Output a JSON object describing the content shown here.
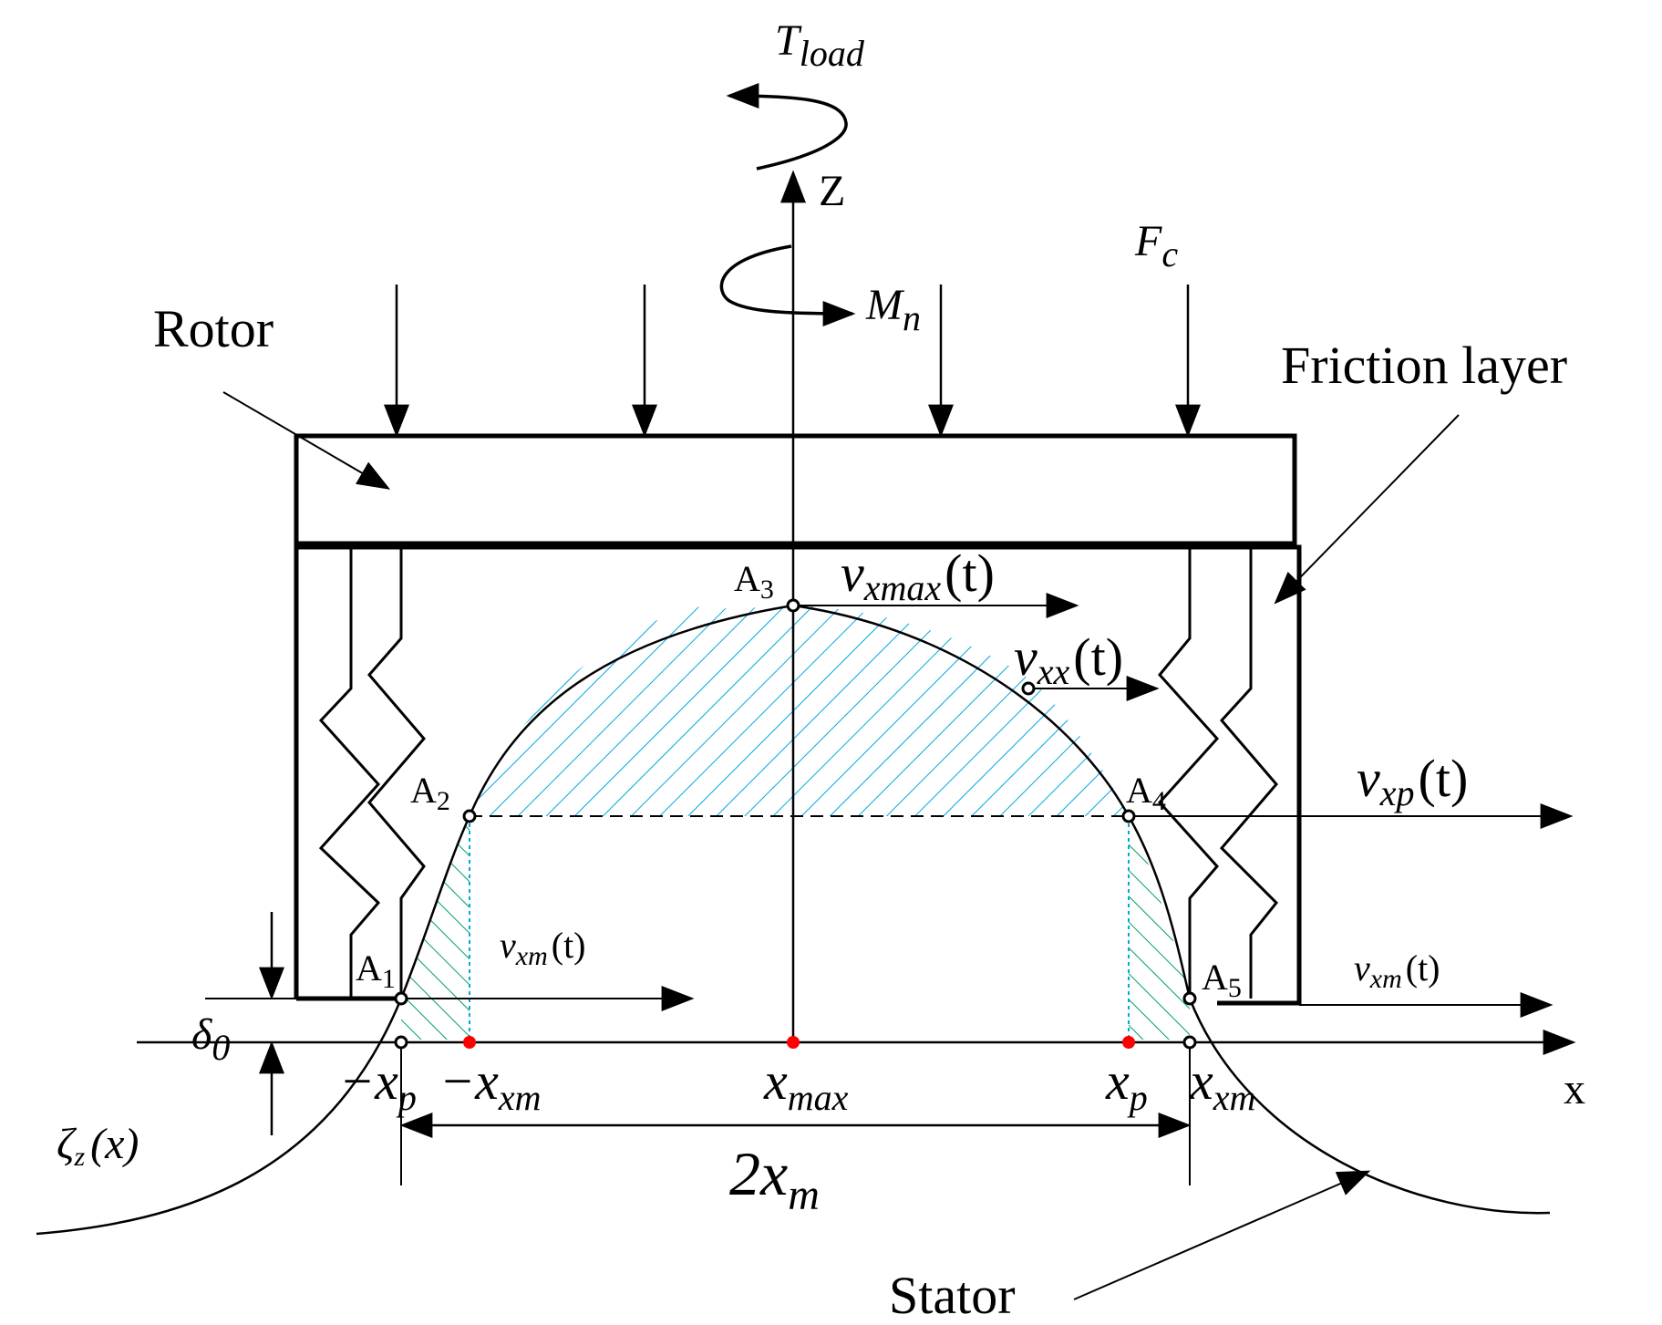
{
  "figure": {
    "labels": {
      "rotor": "Rotor",
      "friction_layer": "Friction layer",
      "stator": "Stator",
      "z_axis": "Z",
      "x_axis": "x",
      "t_load": "T",
      "t_load_sub": "load",
      "m_n": "M",
      "m_n_sub": "n",
      "f_c": "F",
      "f_c_sub": "c",
      "delta0": "δ",
      "delta0_sub": "0",
      "zeta": "ζ",
      "zeta_sub": "z",
      "zeta_arg": "(x)",
      "two_xm": "2x",
      "two_xm_sub": "m"
    },
    "points": {
      "a1": "A",
      "a1_sub": "1",
      "a2": "A",
      "a2_sub": "2",
      "a3": "A",
      "a3_sub": "3",
      "a4": "A",
      "a4_sub": "4",
      "a5": "A",
      "a5_sub": "5"
    },
    "velocities": {
      "vxmax": "v",
      "vxmax_sub": "xmax",
      "vxmax_arg": "(t)",
      "vxx": "v",
      "vxx_sub": "xx",
      "vxx_arg": "(t)",
      "vxp": "v",
      "vxp_sub": "xp",
      "vxp_arg": "(t)",
      "vxm_left": "v",
      "vxm_left_sub": "xm",
      "vxm_left_arg": "(t)",
      "vxm_right": "v",
      "vxm_right_sub": "xm",
      "vxm_right_arg": "(t)"
    },
    "x_ticks": {
      "neg_xp": "−x",
      "neg_xp_sub": "p",
      "neg_xxm": "−x",
      "neg_xxm_sub": "xm",
      "xmax": "x",
      "xmax_sub": "max",
      "xp": "x",
      "xp_sub": "p",
      "xxm": "x",
      "xxm_sub": "xm"
    },
    "colors": {
      "line": "#000000",
      "blue_hatch": "#00a8e0",
      "green_hatch": "#00a060",
      "marker_red": "#ff0000"
    }
  }
}
